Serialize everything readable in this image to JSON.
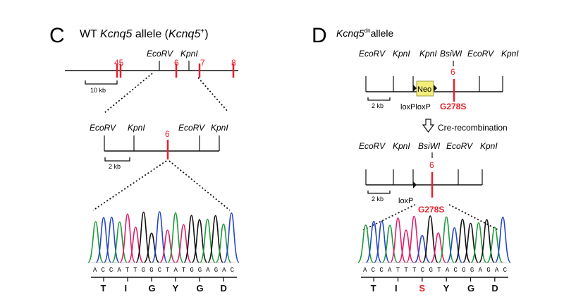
{
  "panel_c": {
    "letter": "C",
    "title_prefix": "WT ",
    "title_gene": "Kcnq5",
    "title_mid": " allele (",
    "title_gene2": "Kcnq5",
    "title_sup": "+",
    "title_suffix": ")",
    "map_labels": {
      "ecorv": "EcoRV",
      "kpni": "KpnI",
      "exon_45": "45",
      "exon_6": "6",
      "exon_7": "7",
      "exon_8": "8",
      "scale": "10 kb"
    },
    "zoom_labels": {
      "ecorv1": "EcoRV",
      "kpni1": "KpnI",
      "exon_6": "6",
      "ecorv2": "EcoRV",
      "kpni2": "KpnI",
      "scale": "2 kb"
    },
    "sequence": "ACCATTGGCTATGGAGAC",
    "amino_acids": [
      "T",
      "I",
      "G",
      "Y",
      "G",
      "D"
    ]
  },
  "panel_d": {
    "letter": "D",
    "title_gene": "Kcnq5",
    "title_sup": "dn",
    "title_suffix": "allele",
    "top_labels": {
      "ecorv1": "EcoRV",
      "kpni1": "KpnI",
      "kpni2": "KpnI",
      "bsiwi": "BsiWI",
      "ecorv2": "EcoRV",
      "kpni3": "KpnI",
      "exon_6": "6",
      "neo": "Neo",
      "loxp": "loxPloxP",
      "mutation": "G278S",
      "scale": "2 kb"
    },
    "arrow_label": "Cre-recombination",
    "bottom_labels": {
      "ecorv1": "EcoRV",
      "kpni1": "KpnI",
      "bsiwi": "BsiWI",
      "ecorv2": "EcoRV",
      "kpni2": "KpnI",
      "exon_6": "6",
      "loxp": "loxP",
      "mutation": "G278S",
      "scale": "2 kb"
    },
    "sequence": "ACCATTTCGTACGGAGAC",
    "amino_acids": [
      "T",
      "I",
      "S",
      "Y",
      "G",
      "D"
    ],
    "mutant_residue": "S"
  },
  "colors": {
    "exon_red": "#e8202a",
    "neo_fill": "#f3ee7a",
    "trace_a": "#1f9a3a",
    "trace_c": "#2346c8",
    "trace_g": "#111111",
    "trace_t": "#e0206a"
  }
}
